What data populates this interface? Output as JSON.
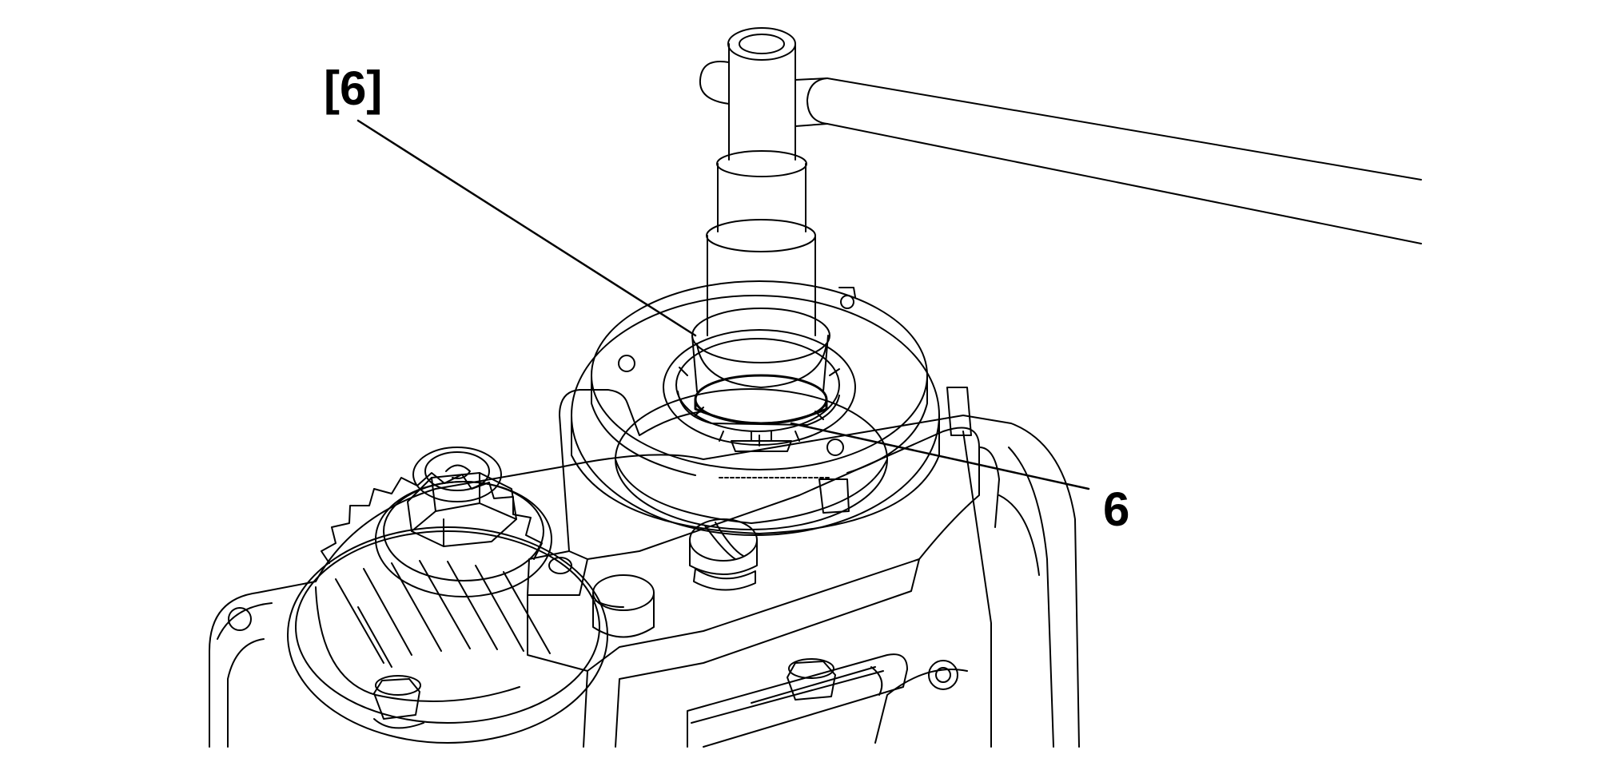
{
  "diagram": {
    "callouts": [
      {
        "id": "tool",
        "label": "[6]"
      },
      {
        "id": "part",
        "label": "6"
      }
    ],
    "colors": {
      "background": "#ffffff",
      "line": "#000000"
    }
  }
}
